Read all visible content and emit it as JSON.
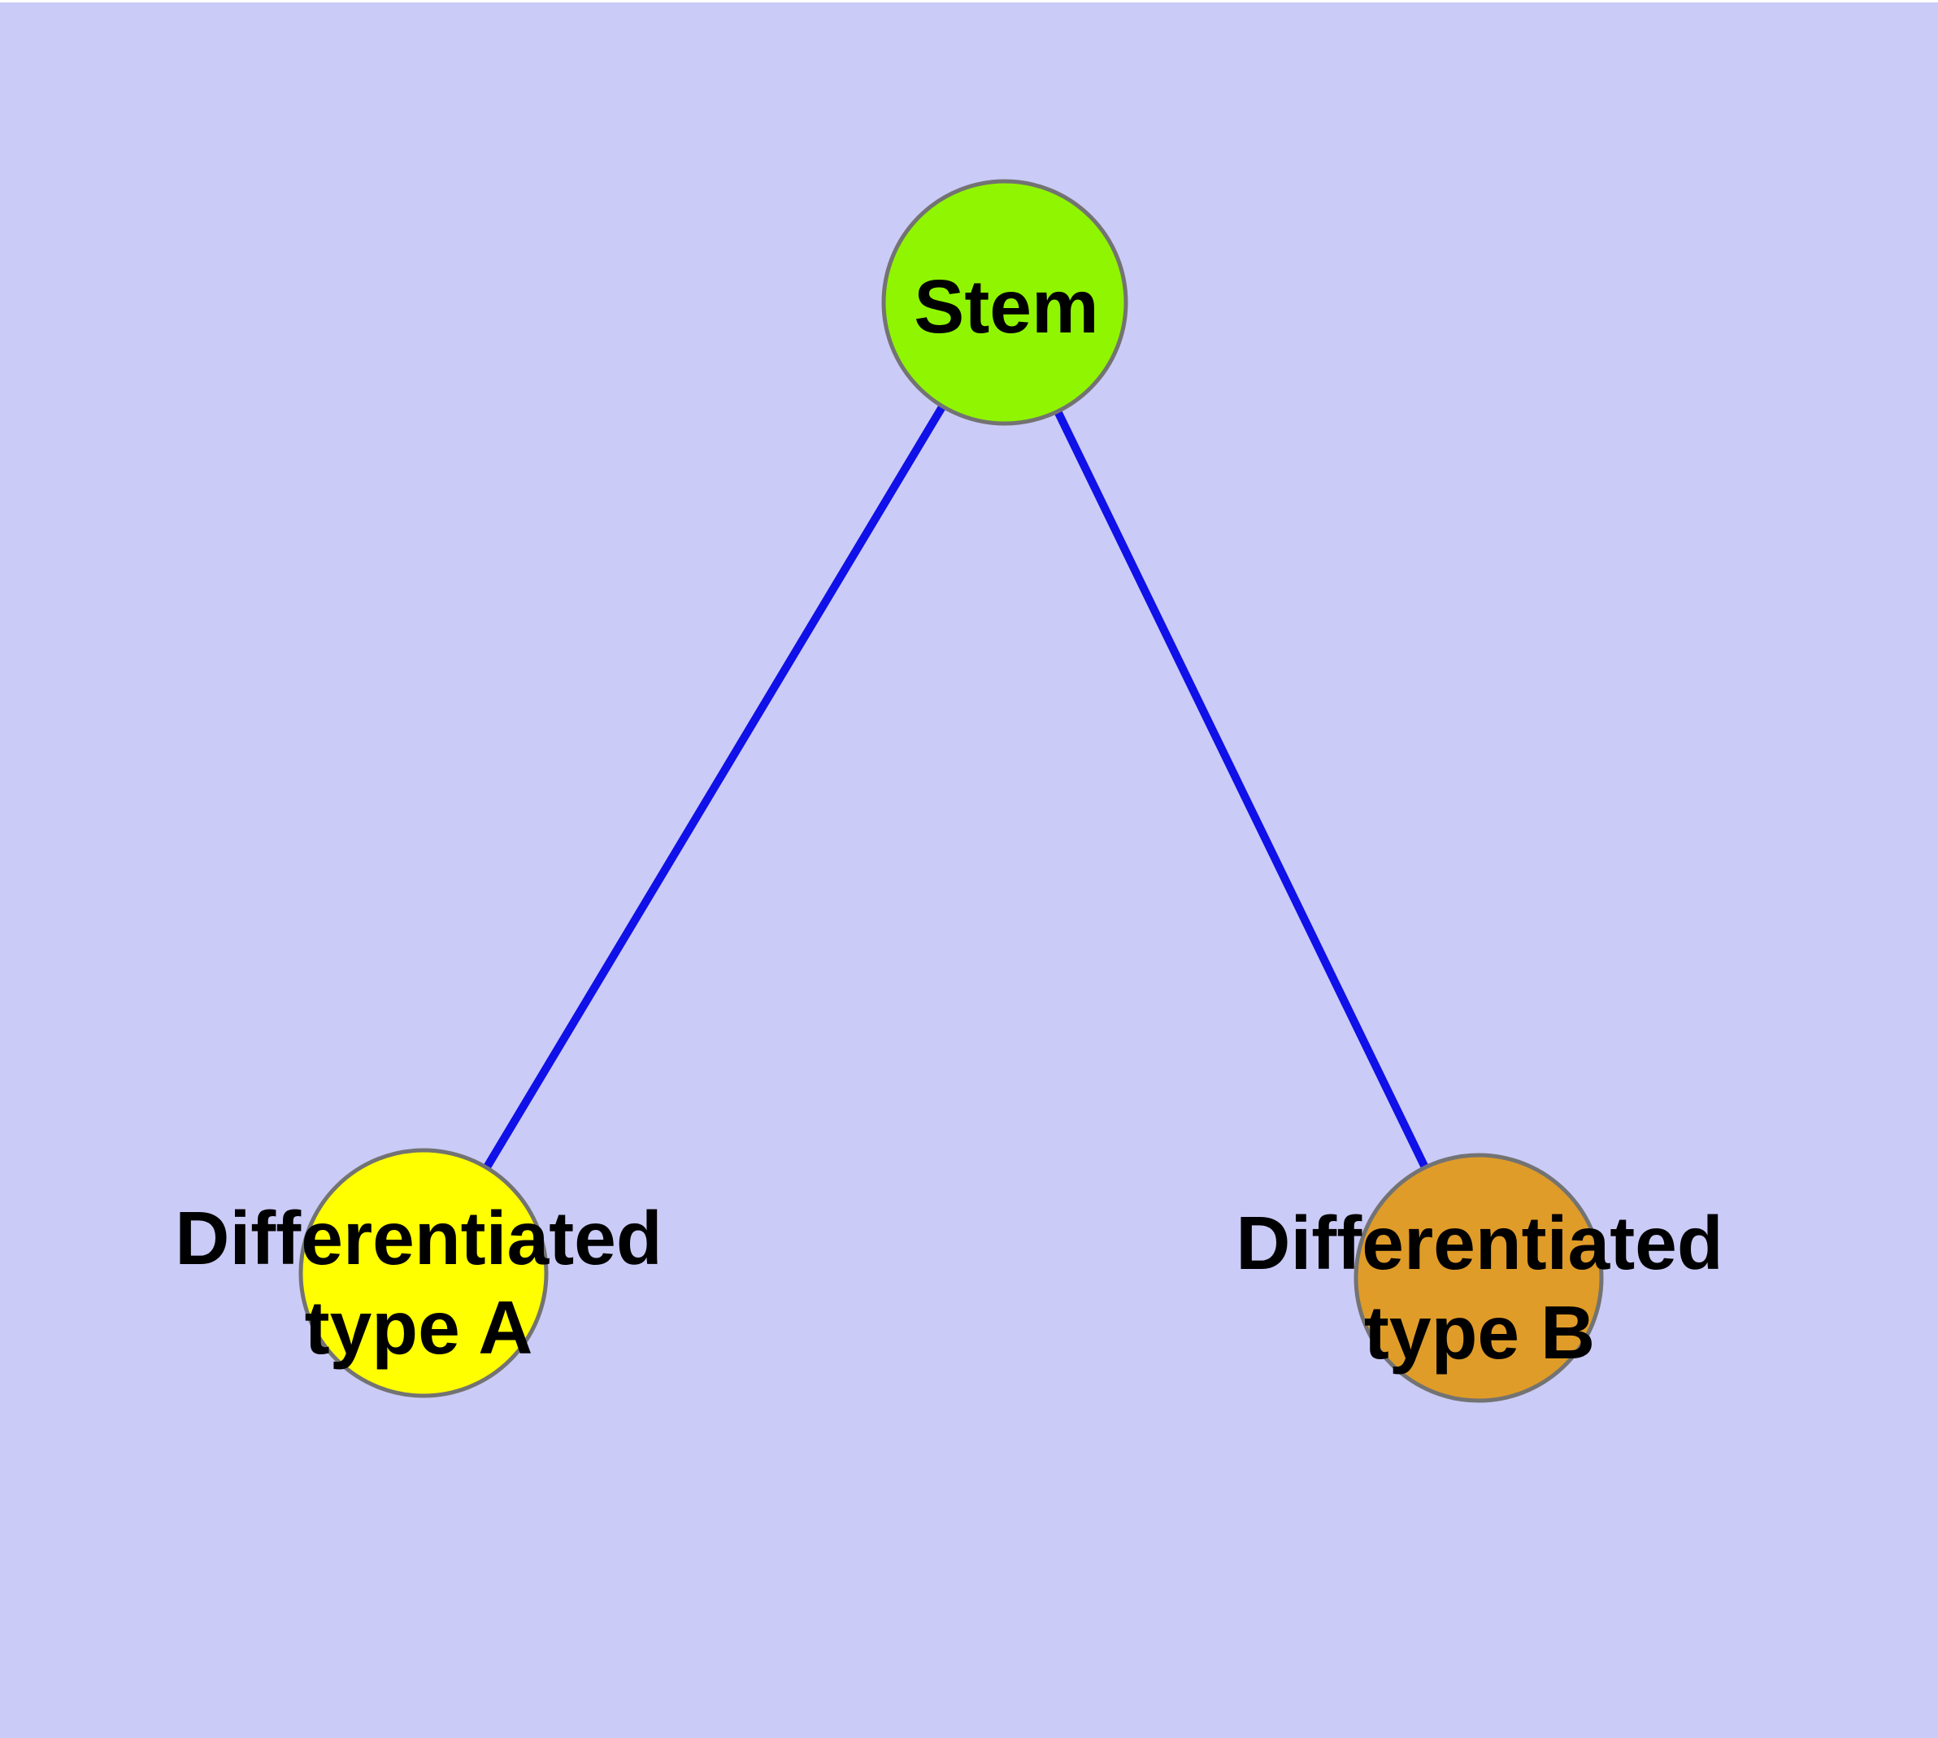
{
  "diagram": {
    "background_color": "#cbcbf7",
    "top_margin_color": "#ffffff",
    "edge_color": "#1010e8",
    "node_border_color": "#737373",
    "nodes": [
      {
        "id": "stem",
        "label": "Stem",
        "fill": "#90f500"
      },
      {
        "id": "differentiated-type-a",
        "label": "Differentiated\ntype A",
        "fill": "#ffff00"
      },
      {
        "id": "differentiated-type-b",
        "label": "Differentiated\ntype B",
        "fill": "#e09c28"
      }
    ],
    "edges": [
      {
        "from": "stem",
        "to": "differentiated-type-a"
      },
      {
        "from": "stem",
        "to": "differentiated-type-b"
      }
    ]
  }
}
